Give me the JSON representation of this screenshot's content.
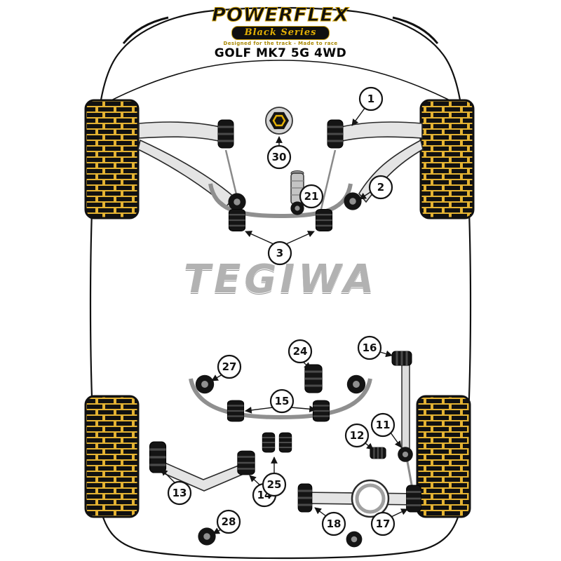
{
  "header": {
    "brand": "POWERFLEX",
    "series": "Black Series",
    "tagline": "Designed for the track - Made to race",
    "model": "GOLF MK7 5G 4WD"
  },
  "watermark": "TEGIWA",
  "colors": {
    "powerflex_gold": "#E3B005",
    "tread_yellow": "#E3B232",
    "bush_black": "#141414",
    "watermark_grey": "#B2B2B2"
  },
  "diagram": {
    "callouts": {
      "c1": {
        "label": "1"
      },
      "c2": {
        "label": "2"
      },
      "c3": {
        "label": "3"
      },
      "c11": {
        "label": "11"
      },
      "c12": {
        "label": "12"
      },
      "c13": {
        "label": "13"
      },
      "c14": {
        "label": "14"
      },
      "c15": {
        "label": "15"
      },
      "c16": {
        "label": "16"
      },
      "c17": {
        "label": "17"
      },
      "c18": {
        "label": "18"
      },
      "c21": {
        "label": "21"
      },
      "c24": {
        "label": "24"
      },
      "c25": {
        "label": "25"
      },
      "c27": {
        "label": "27"
      },
      "c28": {
        "label": "28"
      },
      "c30": {
        "label": "30"
      }
    }
  }
}
